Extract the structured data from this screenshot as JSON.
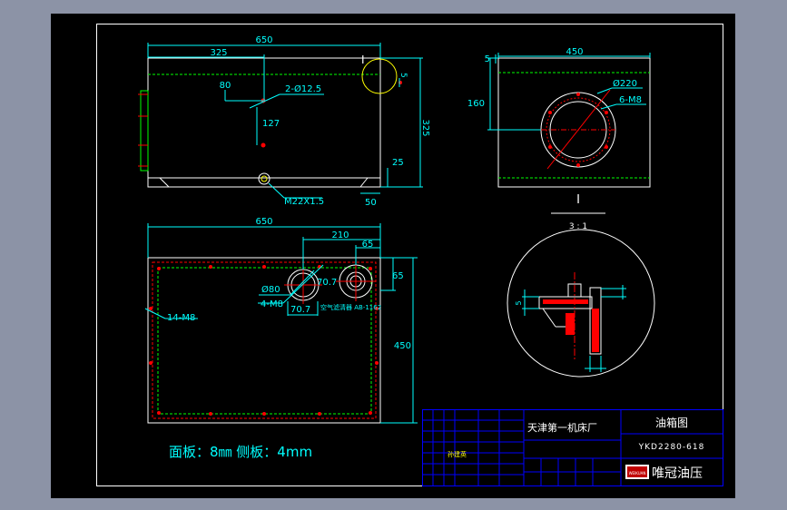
{
  "drawing": {
    "front_view": {
      "dims": {
        "overall_width": "650",
        "half_width": "325",
        "offset_80": "80",
        "holes": "2-Ø12.5",
        "height_127": "127",
        "height_325": "325",
        "detail_ref": "I",
        "small_5": "5",
        "dim_25": "25",
        "dim_50": "50",
        "drain_thread": "M22X1.5"
      }
    },
    "side_view": {
      "dims": {
        "width_450": "450",
        "small_5": "5",
        "height_160": "160",
        "flange_dia": "Ø220",
        "flange_bolts": "6-M8"
      }
    },
    "detail": {
      "label": "I",
      "scale": "3 : 1"
    },
    "top_view": {
      "dims": {
        "width_650": "650",
        "dim_210": "210",
        "dim_65_top": "65",
        "dim_65_side": "65",
        "dia_80": "Ø80",
        "bolts_4m8": "4-M8",
        "dim_70_7a": "70.7",
        "dim_70_7b": "70.7",
        "filter_note": "空气滤清器 AB-1162",
        "depth_450": "450",
        "edge_bolts": "14-M8"
      }
    },
    "note": "面板：8㎜  侧板：4mm"
  },
  "title_block": {
    "company": "天津第一机床厂",
    "drawing_title": "油箱图",
    "drawing_code": "YKD2280-618",
    "small_label": "孙建英",
    "brand": "唯冠油压",
    "brand_logo_text": "WEIKUAN"
  },
  "colors": {
    "background": "#000000",
    "outline": "#ffffff",
    "dimension": "#00ffff",
    "hidden_line": "#00ff00",
    "centre_line": "#ff0000",
    "highlight": "#ffff00",
    "frame": "#0000ff"
  }
}
